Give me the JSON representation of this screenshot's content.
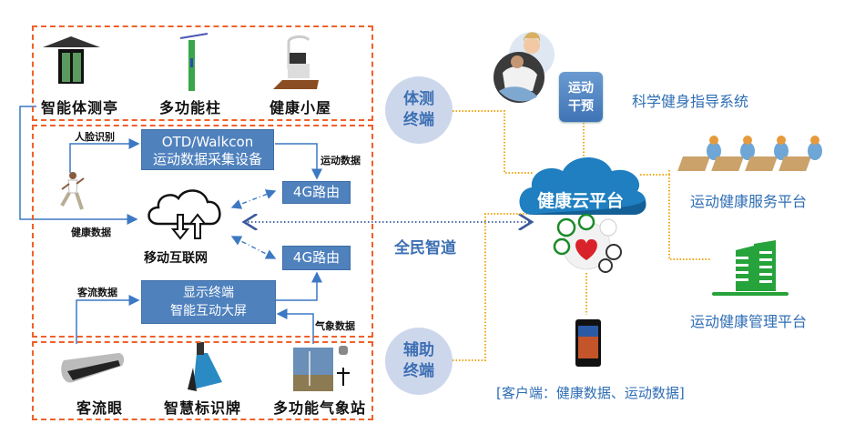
{
  "left_panel": {
    "top_devices": [
      {
        "label": "智能体测亭",
        "icon": "pavilion-icon"
      },
      {
        "label": "多功能柱",
        "icon": "pillar-icon"
      },
      {
        "label": "健康小屋",
        "icon": "health-cabin-icon"
      }
    ],
    "middle": {
      "face_recognition_label": "人脸识别",
      "health_data_label": "健康数据",
      "motion_data_label": "运动数据",
      "passenger_flow_data_label": "客流数据",
      "weather_data_label": "气象数据",
      "otd_box": {
        "line1": "OTD/Walkcon",
        "line2": "运动数据采集设备"
      },
      "router_top": "4G路由",
      "router_bottom": "4G路由",
      "mobile_internet": "移动互联网",
      "display_box": {
        "line1": "显示终端",
        "line2": "智能互动大屏"
      }
    },
    "bottom_devices": [
      {
        "label": "客流眼",
        "icon": "passenger-camera-icon"
      },
      {
        "label": "智慧标识牌",
        "icon": "smart-sign-icon"
      },
      {
        "label": "多功能气象站",
        "icon": "weather-station-icon"
      }
    ]
  },
  "center": {
    "fitness_terminal": {
      "line1": "体测",
      "line2": "终端"
    },
    "auxiliary_terminal": {
      "line1": "辅助",
      "line2": "终端"
    },
    "smart_path": "全民智道",
    "cloud_platform": "健康云平台",
    "exercise_intervention": {
      "line1": "运动",
      "line2": "干预"
    },
    "client_label": "[客户端：健康数据、运动数据]"
  },
  "right": {
    "guidance_system": "科学健身指导系统",
    "service_platform": "运动健康服务平台",
    "management_platform": "运动健康管理平台"
  },
  "colors": {
    "dashed_border": "#f0602a",
    "blue_box": "#4f81bd",
    "connector_blue": "#3c78c3",
    "dotted_orange": "#f0a818",
    "circle_fill": "#cdd7ec",
    "cloud_blue": "#1f7fc0",
    "building_green": "#27a33b",
    "label_blue": "#3c6fb3"
  }
}
